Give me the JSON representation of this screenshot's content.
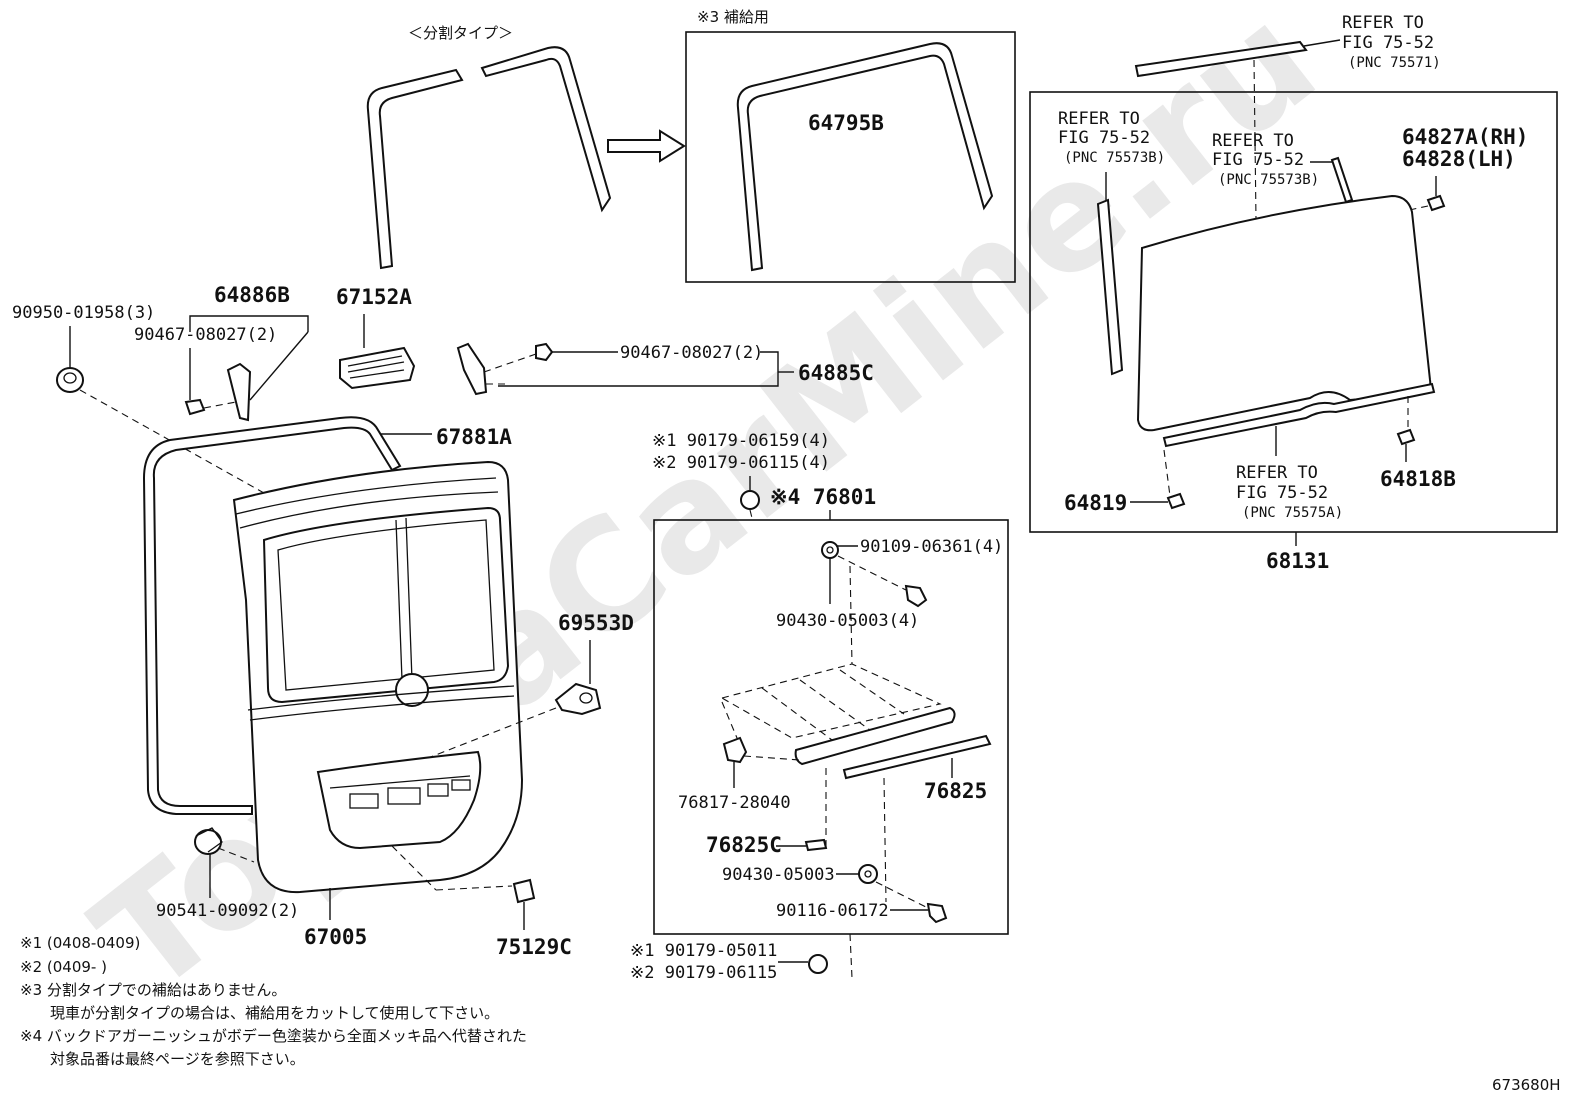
{
  "watermark": "ToyotaCarMine.ru",
  "drawing_id": "673680H",
  "split_type_label": "＜分割タイプ＞",
  "supply_label": "※3 補給用",
  "refs": {
    "ref_top": [
      "REFER TO",
      "FIG 75-52",
      "(PNC 75571)"
    ],
    "ref_left": [
      "REFER TO",
      "FIG 75-52",
      "(PNC 75573B)"
    ],
    "ref_mid": [
      "REFER TO",
      "FIG 75-52",
      "(PNC 75573B)"
    ],
    "ref_bottom": [
      "REFER TO",
      "FIG 75-52",
      "(PNC 75575A)"
    ]
  },
  "labels": {
    "p64795B": "64795B",
    "p64827A": "64827A(RH)",
    "p64828": "64828(LH)",
    "p64818B": "64818B",
    "p64819": "64819",
    "p68131": "68131",
    "p9095001958": "90950-01958(3)",
    "p64886B": "64886B",
    "p9046708027a": "90467-08027(2)",
    "p67152A": "67152A",
    "p9046708027b": "90467-08027(2)",
    "p64885C": "64885C",
    "p67881A": "67881A",
    "p9017906159": "※1 90179-06159(4)",
    "p9017906115": "※2 90179-06115(4)",
    "p76801": "※4 76801",
    "p9010906361": "90109-06361(4)",
    "p9043005003a": "90430-05003(4)",
    "p69553D": "69553D",
    "p7681728040": "76817-28040",
    "p76825": "76825",
    "p76825C": "76825C",
    "p9043005003b": "90430-05003",
    "p9011606172": "90116-06172",
    "p9017905011": "※1 90179-05011",
    "p9017906115b": "※2 90179-06115",
    "p9054109092": "90541-09092(2)",
    "p67005": "67005",
    "p75129C": "75129C"
  },
  "notes": [
    "※1 (0408-0409)",
    "※2 (0409-      )",
    "※3 分割タイプでの補給はありません。",
    "　　現車が分割タイプの場合は、補給用をカットして使用して下さい。",
    "※4 バックドアガーニッシュがボデー色塗装から全面メッキ品へ代替された",
    "　　対象品番は最終ページを参照下さい。"
  ]
}
